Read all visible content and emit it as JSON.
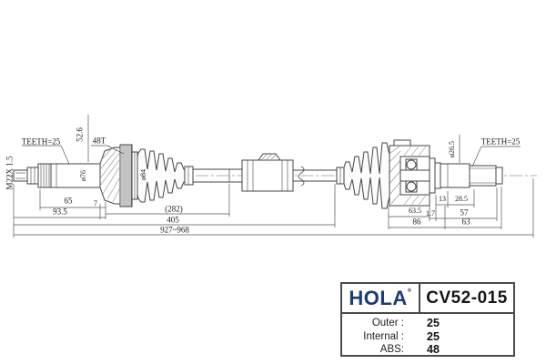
{
  "diagram": {
    "left": {
      "teeth": "TEETH=25",
      "thread": "M22X 1.5",
      "height_dim": "52.6",
      "abs_ring_teeth": "48T",
      "outer_joint_dia": "ø76",
      "boot_dia": "ø84"
    },
    "dims_bottom_left": {
      "d65": "65",
      "d7": "7",
      "d93_5": "93.5",
      "d282": "(282)",
      "d405": "405",
      "overall_length": "927~968"
    },
    "right": {
      "teeth": "TEETH=25",
      "stub_shaft_dia": "ø26.5"
    },
    "dims_bottom_right": {
      "d13": "13",
      "d28_5": "28.5",
      "d63_5": "63.5",
      "d1_7": "1.7",
      "d57": "57",
      "d86": "86",
      "d63": "63"
    }
  },
  "card": {
    "brand": "HOLA",
    "mark": "®",
    "part_number": "CV52-015",
    "brand_color": "#1c3b72",
    "specs": [
      {
        "label": "Outer :",
        "value": "25"
      },
      {
        "label": "Internal :",
        "value": "25"
      },
      {
        "label": "ABS:",
        "value": "48"
      }
    ]
  }
}
